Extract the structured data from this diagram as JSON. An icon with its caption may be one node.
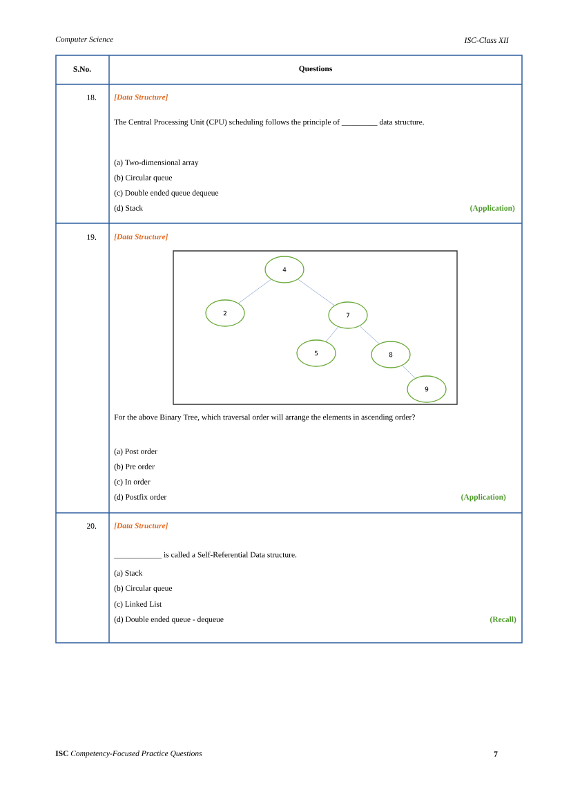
{
  "diagram": {
    "nodes": [
      {
        "text": [
          "4"
        ]
      },
      {
        "text": [
          "2"
        ]
      },
      {
        "text": [
          "7"
        ]
      },
      {
        "text": [
          "5"
        ]
      },
      {
        "text": [
          "8"
        ]
      },
      {
        "text": [
          "9"
        ]
      }
    ],
    "edges": [
      {
        "from": 0,
        "to": 1,
        "arrow": "none"
      },
      {
        "from": 0,
        "to": 2,
        "arrow": "none"
      },
      {
        "from": 2,
        "to": 3,
        "arrow": "none"
      },
      {
        "from": 2,
        "to": 4,
        "arrow": "none"
      },
      {
        "from": 4,
        "to": 5,
        "arrow": "none"
      }
    ],
    "labels": [
      "Computer Science",
      "ISC-Class XII",
      "S.No.",
      "Questions",
      "18.",
      "[Data Structure]",
      "The Central Processing Unit (CPU) scheduling follows the principle of _________ data structure.",
      "(a) Two-dimensional array",
      "(b) Circular queue",
      "(c) Double ended queue dequeue",
      "(d) Stack",
      "(Application)",
      "19.",
      "[Data Structure]",
      "For the above Binary Tree, which traversal order will arrange the elements in ascending order?",
      "(a) Post order",
      "(b) Pre order",
      "(c) In order",
      "(d) Postfix order",
      "(Application)",
      "20.",
      "[Data Structure]",
      "____________ is called a Self-Referential Data structure.",
      "(a) Stack",
      "(b) Circular queue",
      "(c) Linked List",
      "(d) Double ended queue - dequeue",
      "(Recall)",
      "**ISC** *Competency-Focused Practice Questions*",
      "7"
    ]
  }
}
